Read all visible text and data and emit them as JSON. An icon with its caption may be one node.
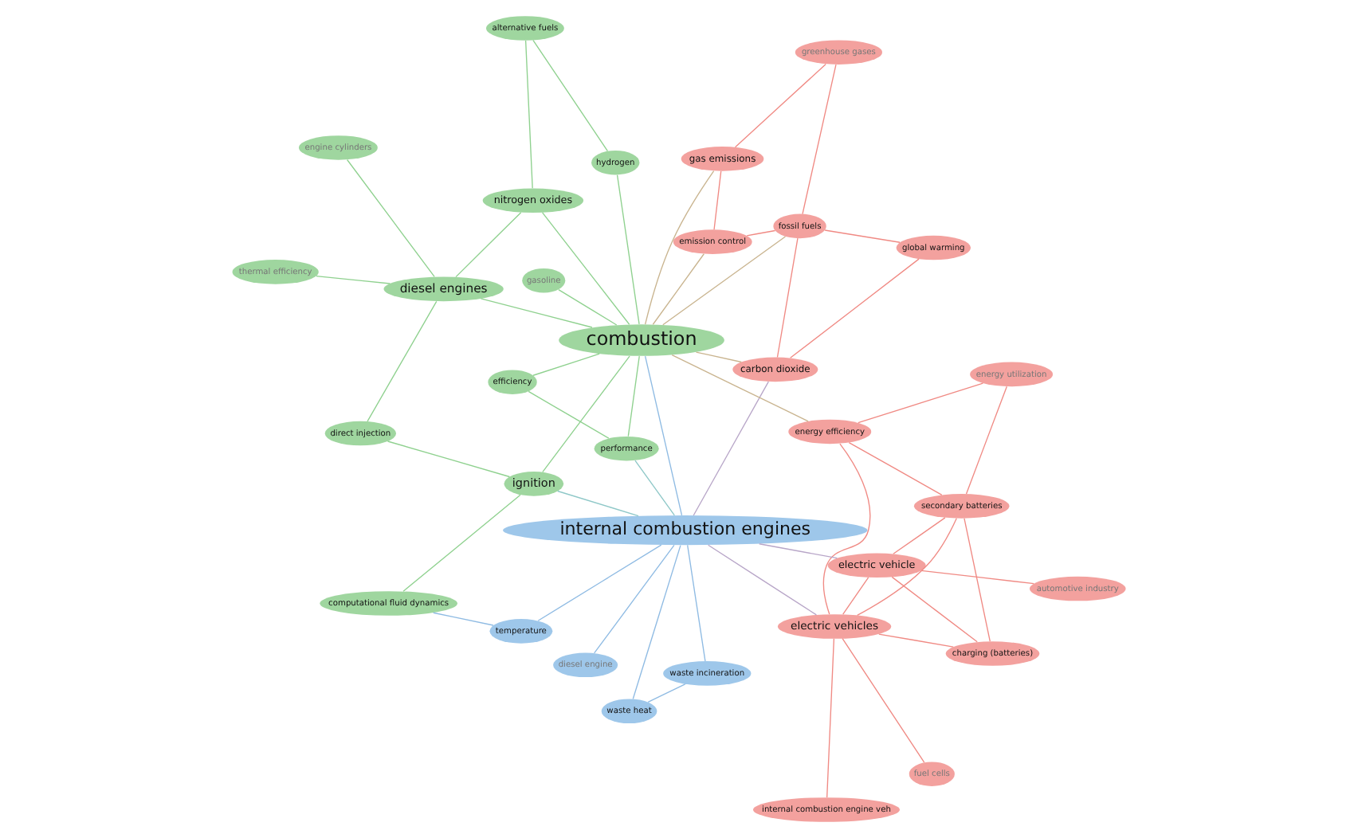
{
  "diagram": {
    "nodes": [
      {
        "text": [
          "waste heat"
        ]
      },
      {
        "text": [
          "waste incineration"
        ]
      },
      {
        "text": [
          "temperature"
        ]
      },
      {
        "text": [
          "energy efficiency"
        ]
      },
      {
        "text": [
          "internal combustion engines"
        ]
      },
      {
        "text": [
          "diesel engine"
        ]
      },
      {
        "text": [
          "computational fluid dynamics"
        ]
      },
      {
        "text": [
          "energy utilization"
        ]
      },
      {
        "text": [
          "secondary batteries"
        ]
      },
      {
        "text": [
          "performance"
        ]
      },
      {
        "text": [
          "efficiency"
        ]
      },
      {
        "text": [
          "ignition"
        ]
      },
      {
        "text": [
          "global warming"
        ]
      },
      {
        "text": [
          "charging (batteries)"
        ]
      },
      {
        "text": [
          "automotive industry"
        ]
      },
      {
        "text": [
          "carbon dioxide"
        ]
      },
      {
        "text": [
          "electric vehicle"
        ]
      },
      {
        "text": [
          "thermal efficiency"
        ]
      },
      {
        "text": [
          "combustion"
        ]
      },
      {
        "text": [
          "gasoline"
        ]
      },
      {
        "text": [
          "direct injection"
        ]
      },
      {
        "text": [
          "electric vehicles"
        ]
      },
      {
        "text": [
          "diesel engines"
        ]
      },
      {
        "text": [
          "engine cylinders"
        ]
      },
      {
        "text": [
          "fossil fuels"
        ]
      },
      {
        "text": [
          "internal combustion engine veh"
        ]
      },
      {
        "text": [
          "fuel cells"
        ]
      },
      {
        "text": [
          "emission control"
        ]
      },
      {
        "text": [
          "hydrogen"
        ]
      },
      {
        "text": [
          "nitrogen oxides"
        ]
      },
      {
        "text": [
          "alternative fuels"
        ]
      },
      {
        "text": [
          "greenhouse gases"
        ]
      },
      {
        "text": [
          "gas emissions"
        ]
      }
    ],
    "edges": [
      {
        "from": 0,
        "to": 1,
        "arrow": "none",
        "color": "#8fbbe3"
      },
      {
        "from": 0,
        "to": 4,
        "arrow": "none",
        "color": "#8fbbe3"
      },
      {
        "from": 1,
        "to": 4,
        "arrow": "none",
        "color": "#8fbbe3"
      },
      {
        "from": 2,
        "to": 4,
        "arrow": "none",
        "color": "#8fbbe3"
      },
      {
        "from": 4,
        "to": 5,
        "arrow": "none",
        "color": "#8fbbe3"
      },
      {
        "from": 2,
        "to": 6,
        "arrow": "none",
        "color": "#8fbbe3"
      },
      {
        "from": 3,
        "to": 7,
        "arrow": "none"
      },
      {
        "from": 3,
        "to": 8,
        "arrow": "none"
      },
      {
        "from": 3,
        "to": 21,
        "arrow": "none"
      },
      {
        "from": 7,
        "to": 8,
        "arrow": "none"
      },
      {
        "from": 8,
        "to": 13,
        "arrow": "none"
      },
      {
        "from": 8,
        "to": 16,
        "arrow": "none"
      },
      {
        "from": 8,
        "to": 21,
        "arrow": "none"
      },
      {
        "from": 13,
        "to": 16,
        "arrow": "none"
      },
      {
        "from": 13,
        "to": 21,
        "arrow": "none"
      },
      {
        "from": 16,
        "to": 21,
        "arrow": "none"
      },
      {
        "from": 14,
        "to": 16,
        "arrow": "none"
      },
      {
        "from": 12,
        "to": 15,
        "arrow": "none"
      },
      {
        "from": 12,
        "to": 24,
        "arrow": "none"
      },
      {
        "from": 15,
        "to": 24,
        "arrow": "none"
      },
      {
        "from": 24,
        "to": 27,
        "arrow": "none"
      },
      {
        "from": 24,
        "to": 31,
        "arrow": "none"
      },
      {
        "from": 27,
        "to": 32,
        "arrow": "none"
      },
      {
        "from": 31,
        "to": 32,
        "arrow": "none"
      },
      {
        "from": 25,
        "to": 21,
        "arrow": "none"
      },
      {
        "from": 26,
        "to": 21,
        "arrow": "none"
      },
      {
        "from": 18,
        "to": 22,
        "arrow": "none",
        "color": "#8fd18f"
      },
      {
        "from": 18,
        "to": 11,
        "arrow": "none",
        "color": "#8fd18f"
      },
      {
        "from": 18,
        "to": 9,
        "arrow": "none",
        "color": "#8fd18f"
      },
      {
        "from": 18,
        "to": 10,
        "arrow": "none",
        "color": "#8fd18f"
      },
      {
        "from": 18,
        "to": 28,
        "arrow": "none",
        "color": "#8fd18f"
      },
      {
        "from": 18,
        "to": 29,
        "arrow": "none",
        "color": "#8fd18f"
      },
      {
        "from": 18,
        "to": 19,
        "arrow": "none",
        "color": "#8fd18f"
      },
      {
        "from": 22,
        "to": 29,
        "arrow": "none",
        "color": "#8fd18f"
      },
      {
        "from": 22,
        "to": 20,
        "arrow": "none",
        "color": "#8fd18f"
      },
      {
        "from": 22,
        "to": 23,
        "arrow": "none",
        "color": "#8fd18f"
      },
      {
        "from": 22,
        "to": 17,
        "arrow": "none",
        "color": "#8fd18f"
      },
      {
        "from": 11,
        "to": 6,
        "arrow": "none",
        "color": "#8fd18f"
      },
      {
        "from": 11,
        "to": 20,
        "arrow": "none",
        "color": "#8fd18f"
      },
      {
        "from": 28,
        "to": 30,
        "arrow": "none",
        "color": "#8fd18f"
      },
      {
        "from": 29,
        "to": 30,
        "arrow": "none",
        "color": "#8fd18f"
      },
      {
        "from": 9,
        "to": 10,
        "arrow": "none",
        "color": "#8fd18f"
      },
      {
        "from": 4,
        "to": 18,
        "arrow": "none",
        "color": "#8fbbe3"
      },
      {
        "from": 4,
        "to": 15,
        "arrow": "none",
        "color": "#b8a6c8"
      },
      {
        "from": 4,
        "to": 21,
        "arrow": "none",
        "color": "#b8a6c8"
      },
      {
        "from": 4,
        "to": 16,
        "arrow": "none",
        "color": "#b8a6c8"
      },
      {
        "from": 4,
        "to": 9,
        "arrow": "none",
        "color": "#8fc8c8"
      },
      {
        "from": 4,
        "to": 11,
        "arrow": "none",
        "color": "#8fc8c8"
      },
      {
        "from": 18,
        "to": 15,
        "arrow": "none",
        "color": "#c9b48f"
      },
      {
        "from": 18,
        "to": 24,
        "arrow": "none",
        "color": "#c9b48f"
      },
      {
        "from": 18,
        "to": 27,
        "arrow": "none",
        "color": "#c9b48f"
      },
      {
        "from": 18,
        "to": 32,
        "arrow": "none",
        "color": "#c9b48f"
      },
      {
        "from": 18,
        "to": 3,
        "arrow": "none",
        "color": "#c9b48f"
      }
    ]
  }
}
